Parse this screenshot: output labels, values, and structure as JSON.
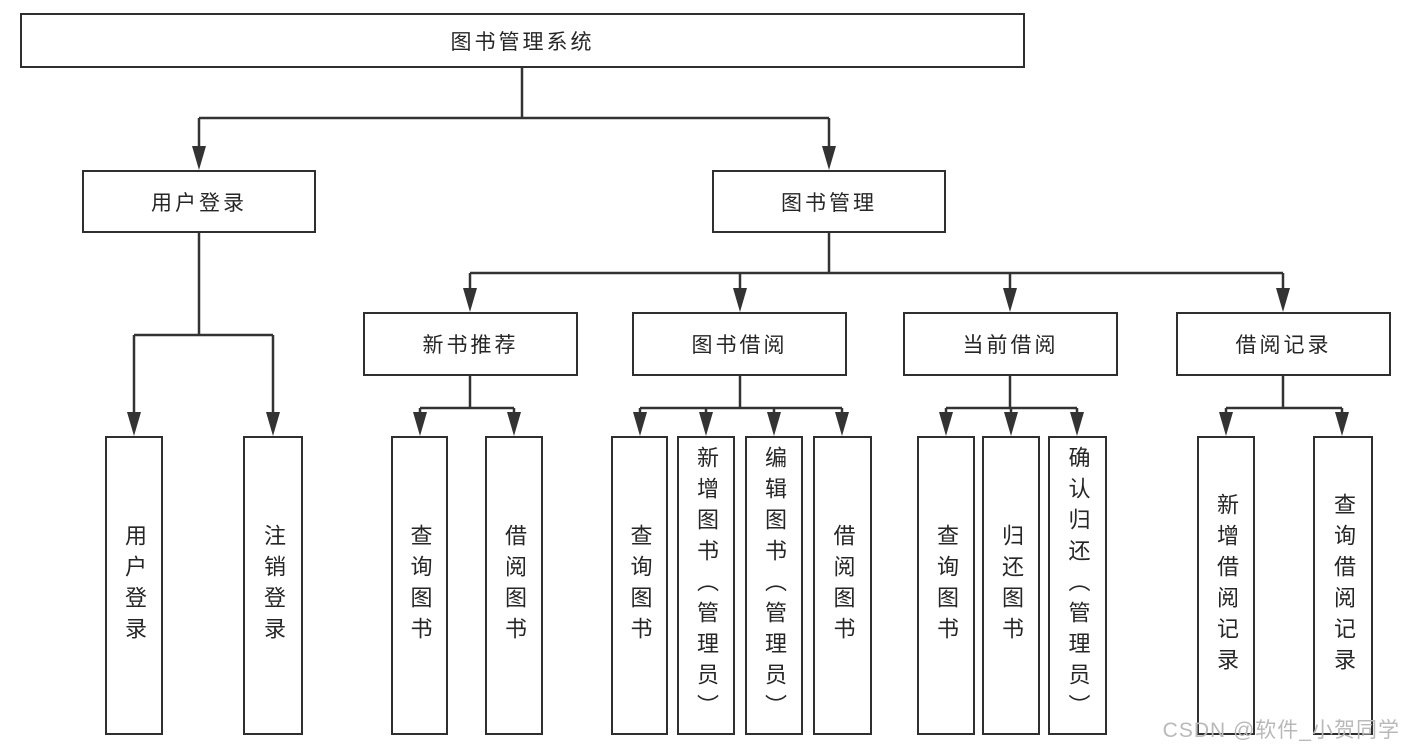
{
  "diagram": {
    "type": "tree-structure-chart",
    "colors": {
      "background": "#ffffff",
      "box_border": "#2f2f2f",
      "connector_line": "#333333",
      "label_text": "#262626",
      "watermark_text": "#b9b9b9"
    },
    "nodes": {
      "root": "图书管理系统",
      "user_login": "用户登录",
      "book_mgmt": "图书管理",
      "new_book_rec": "新书推荐",
      "book_borrow": "图书借阅",
      "current_borrow": "当前借阅",
      "borrow_records": "借阅记录",
      "leaf_user_login": "用户登录",
      "leaf_logout": "注销登录",
      "leaf_query_book_1": "查询图书",
      "leaf_borrow_book_1": "借阅图书",
      "leaf_query_book_2": "查询图书",
      "leaf_add_book": "新增图书（管理员）",
      "leaf_edit_book": "编辑图书（管理员）",
      "leaf_borrow_book_2": "借阅图书",
      "leaf_query_book_3": "查询图书",
      "leaf_return_book": "归还图书",
      "leaf_confirm_return": "确认归还（管理员）",
      "leaf_add_record": "新增借阅记录",
      "leaf_query_record": "查询借阅记录"
    },
    "hierarchy": {
      "图书管理系统": {
        "用户登录": [
          "用户登录",
          "注销登录"
        ],
        "图书管理": {
          "新书推荐": [
            "查询图书",
            "借阅图书"
          ],
          "图书借阅": [
            "查询图书",
            "新增图书（管理员）",
            "编辑图书（管理员）",
            "借阅图书"
          ],
          "当前借阅": [
            "查询图书",
            "归还图书",
            "确认归还（管理员）"
          ],
          "借阅记录": [
            "新增借阅记录",
            "查询借阅记录"
          ]
        }
      }
    },
    "watermark": "CSDN @软件_小贺同学"
  }
}
